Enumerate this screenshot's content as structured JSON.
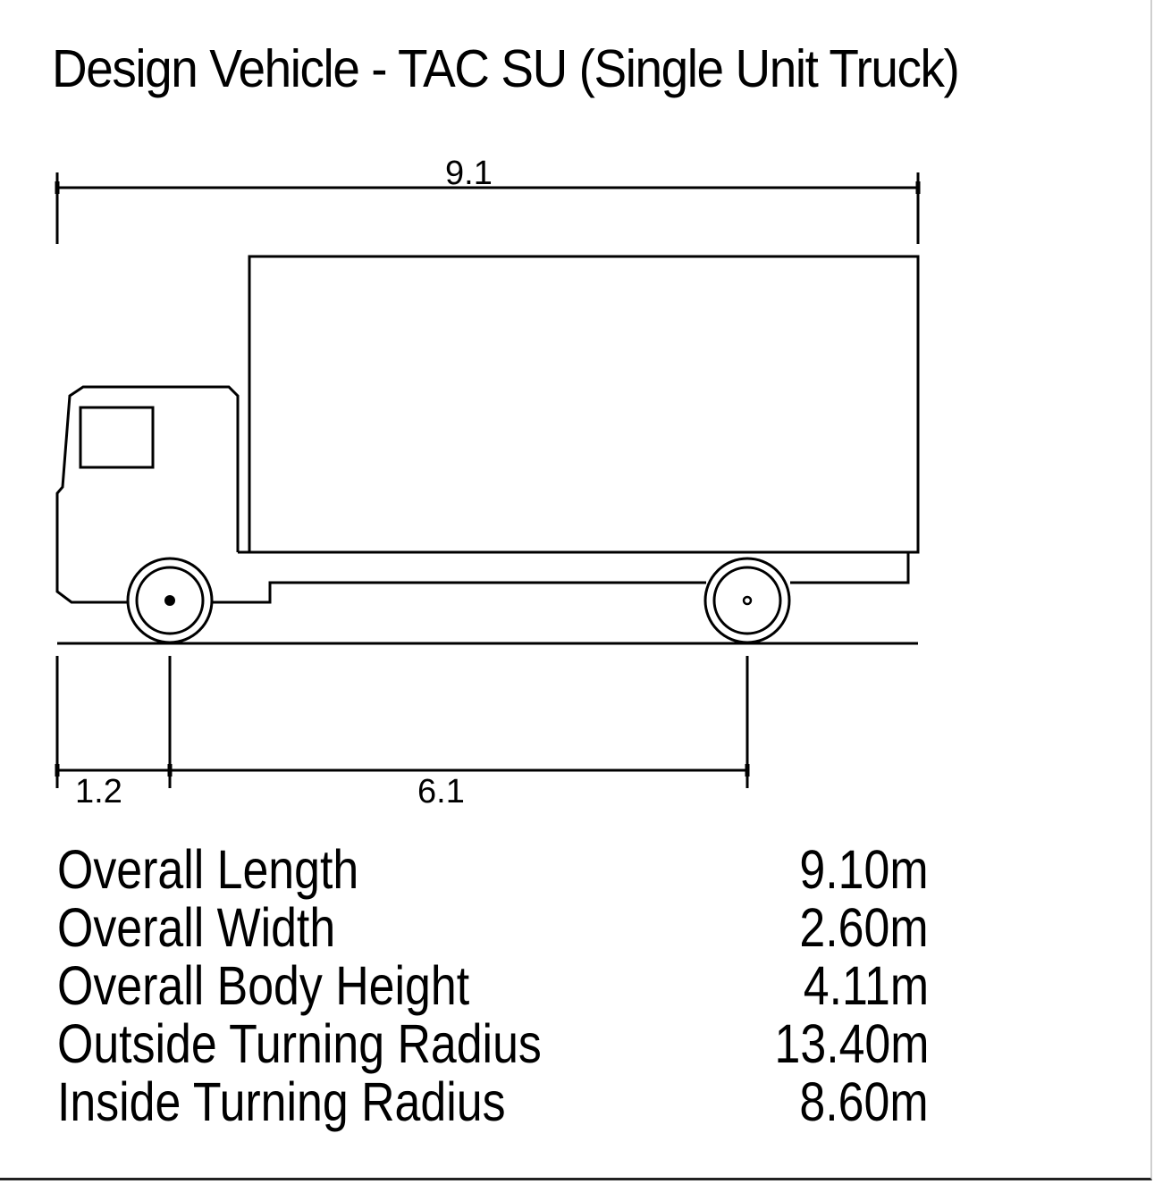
{
  "title": "Design Vehicle - TAC SU (Single Unit Truck)",
  "dimensions": {
    "overall_length": "9.1",
    "front_overhang": "1.2",
    "wheelbase": "6.1"
  },
  "specs": [
    {
      "label": "Overall Length",
      "value": "9.10m"
    },
    {
      "label": "Overall Width",
      "value": "2.60m"
    },
    {
      "label": "Overall Body Height",
      "value": "4.11m"
    },
    {
      "label": "Outside Turning Radius",
      "value": "13.40m"
    },
    {
      "label": "Inside Turning Radius",
      "value": "8.60m"
    }
  ]
}
